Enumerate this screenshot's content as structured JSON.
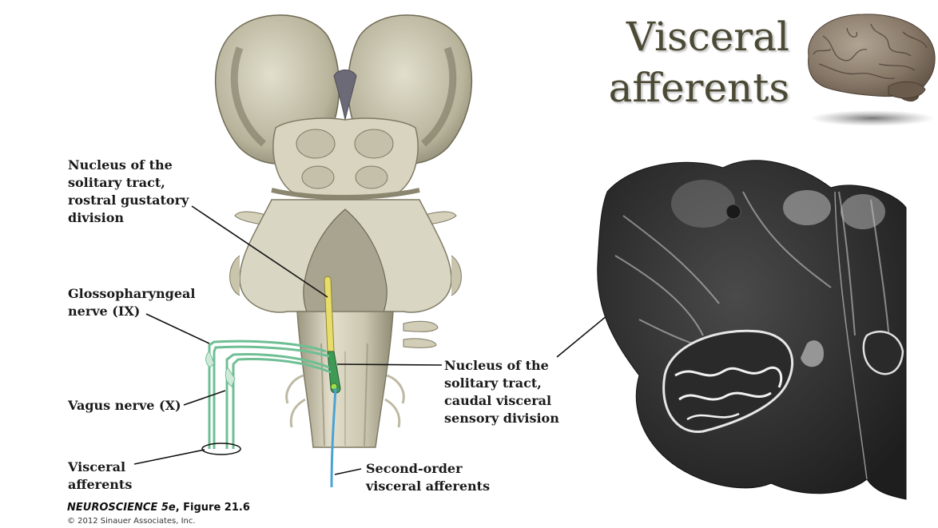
{
  "slide": {
    "title_line1": "Visceral",
    "title_line2": "afferents"
  },
  "labels": {
    "nts_rostral": [
      "Nucleus of the",
      "solitary tract,",
      "rostral gustatory",
      "division"
    ],
    "glossopharyngeal": [
      "Glossopharyngeal",
      "nerve (IX)"
    ],
    "vagus": "Vagus nerve (X)",
    "visceral_afferents": [
      "Visceral",
      "afferents"
    ],
    "nts_caudal": [
      "Nucleus of the",
      "solitary tract,",
      "caudal visceral",
      "sensory division"
    ],
    "second_order": [
      "Second-order",
      "visceral afferents"
    ]
  },
  "caption": {
    "book": "NEUROSCIENCE 5e",
    "figure": ", Figure 21.6",
    "copyright": "© 2012 Sinauer Associates, Inc."
  },
  "colors": {
    "title": "#4c4a35",
    "nerve_green": "#6fbf94",
    "nts_yellow": "#e8dc6a",
    "nts_green": "#3e9a55",
    "second_order_blue": "#4aa3d6",
    "brainstem": "#cfcbb6"
  }
}
